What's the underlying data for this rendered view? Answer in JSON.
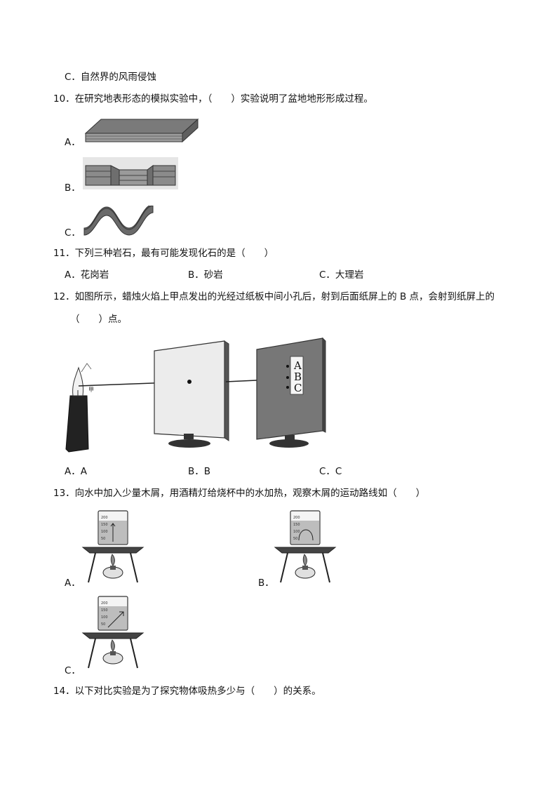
{
  "prev_option_c": "C．自然界的风雨侵蚀",
  "q10": {
    "stem": "10．在研究地表形态的模拟实验中，（　　）实验说明了盆地地形形成过程。",
    "options": [
      "A．",
      "B．",
      "C．"
    ]
  },
  "q11": {
    "stem": "11．下列三种岩石，最有可能发现化石的是（　　）",
    "options": [
      "A．花岗岩",
      "B．砂岩",
      "C．大理岩"
    ]
  },
  "q12": {
    "stem_line1": "12．如图所示，蜡烛火焰上甲点发出的光经过纸板中间小孔后，射到后面纸屏上的 B 点，会射到纸屏上的",
    "stem_line2": "（　　）点。",
    "screen_labels": [
      "A",
      "B",
      "C"
    ],
    "flame_mark": "甲",
    "options": [
      "A．A",
      "B．B",
      "C．C"
    ]
  },
  "q13": {
    "stem": "13．向水中加入少量木屑，用酒精灯给烧杯中的水加热，观察木屑的运动路线如（　　）",
    "options": [
      "A．",
      "B．",
      "C．"
    ],
    "beaker_scale": [
      "200",
      "150",
      "100",
      "50"
    ]
  },
  "q14": {
    "stem": "14．以下对比实验是为了探究物体吸热多少与（　　）的关系。"
  }
}
